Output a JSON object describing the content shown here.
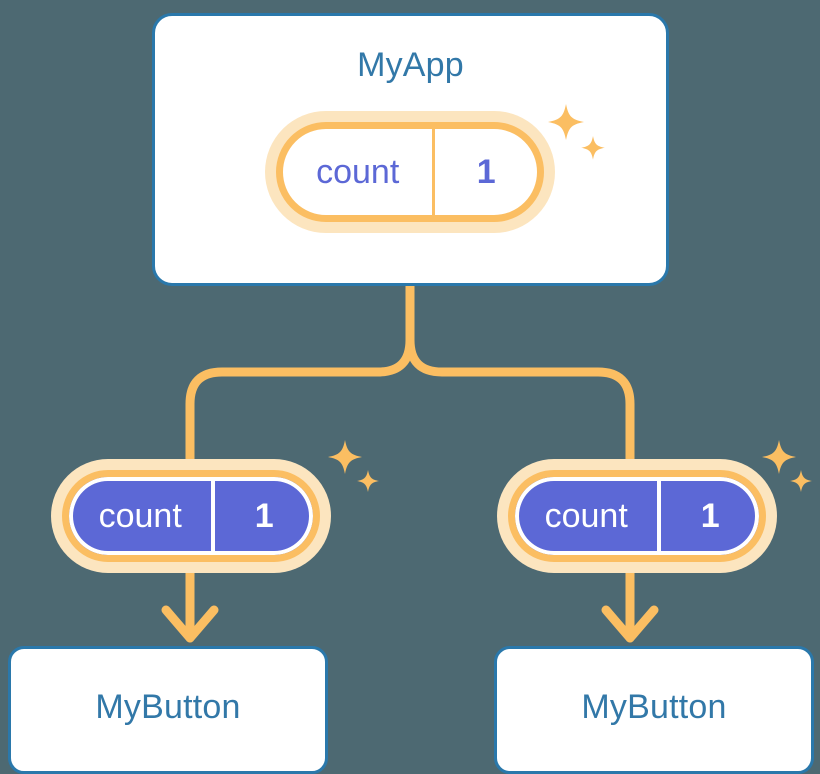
{
  "diagram": {
    "title_text": "MyApp",
    "background_color": "#4d6972",
    "accent_orange": "#fbbe62",
    "accent_orange_soft": "#fce5bf",
    "accent_blue": "#2a78ab",
    "accent_purple": "#5c68d6",
    "title_color": "#3278a8"
  },
  "root": {
    "label": "MyApp",
    "signal": {
      "name": "count",
      "value": "1"
    }
  },
  "branches": [
    {
      "signal": {
        "name": "count",
        "value": "1"
      },
      "component": {
        "label": "MyButton"
      }
    },
    {
      "signal": {
        "name": "count",
        "value": "1"
      },
      "component": {
        "label": "MyButton"
      }
    }
  ],
  "icons": {
    "sparkle_large": "sparkle-icon",
    "sparkle_small": "sparkle-icon",
    "arrow_down": "arrow-down-icon"
  }
}
